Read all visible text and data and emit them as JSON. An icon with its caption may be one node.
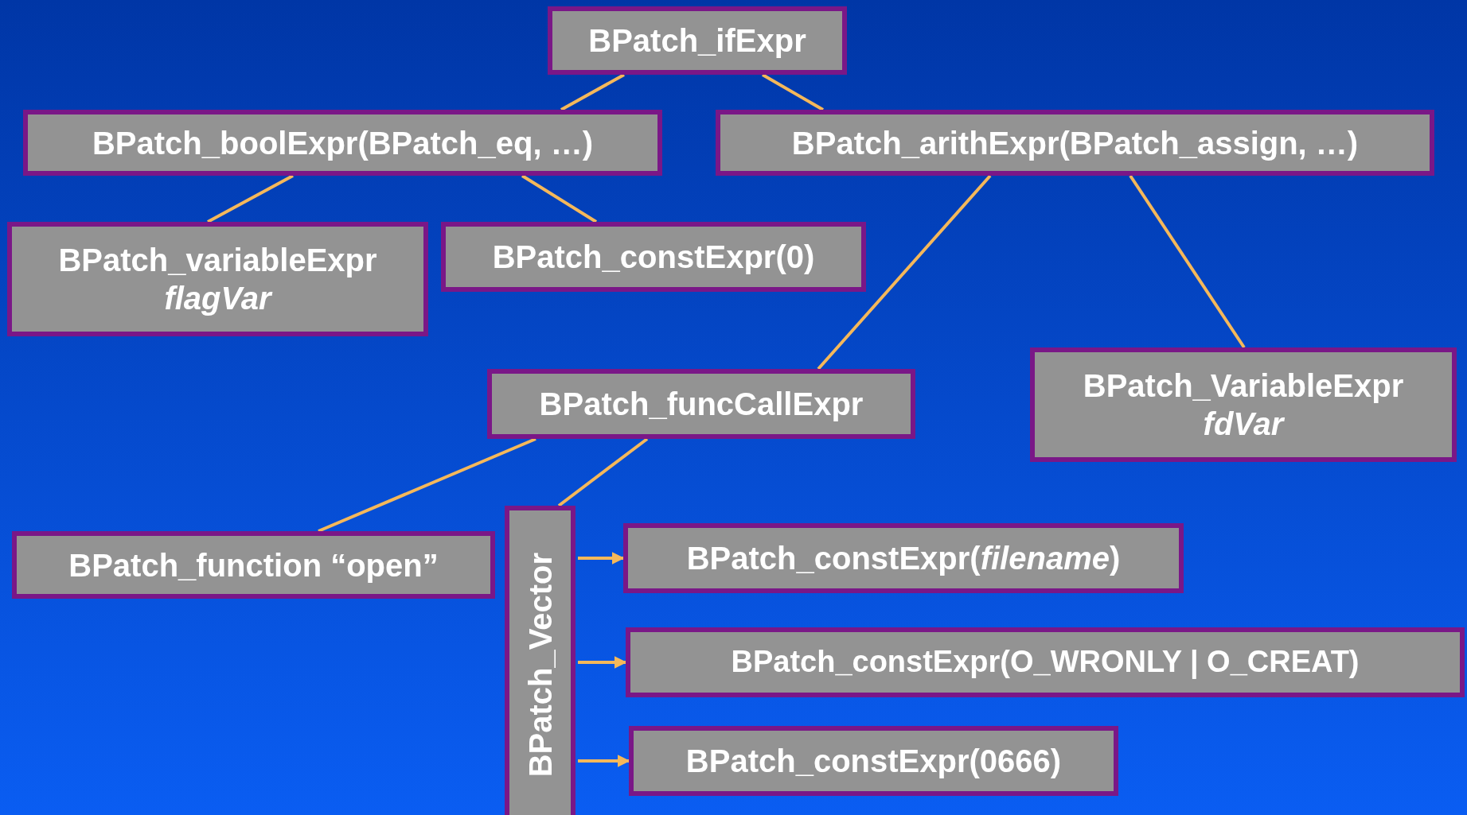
{
  "diagram": {
    "nodes": [
      {
        "text": [
          "BPatch_ifExpr"
        ]
      },
      {
        "text": [
          "BPatch_boolExpr(BPatch_eq, …)"
        ]
      },
      {
        "text": [
          "BPatch_arithExpr(BPatch_assign, …)"
        ]
      },
      {
        "text": [
          "BPatch_variableExpr",
          "flagVar"
        ]
      },
      {
        "text": [
          "BPatch_constExpr(0)"
        ]
      },
      {
        "text": [
          "BPatch_funcCallExpr"
        ]
      },
      {
        "text": [
          "BPatch_VariableExpr",
          "fdVar"
        ]
      },
      {
        "text": [
          "BPatch_function “open”"
        ]
      },
      {
        "text": [
          "BPatch_Vector"
        ]
      },
      {
        "text": [
          "BPatch_constExpr(*filename*)"
        ]
      },
      {
        "text": [
          "BPatch_constExpr(O_WRONLY | O_CREAT)"
        ]
      },
      {
        "text": [
          "BPatch_constExpr(0666)"
        ]
      }
    ],
    "edges": [
      {
        "from": 0,
        "to": 1,
        "arrow": "none"
      },
      {
        "from": 0,
        "to": 2,
        "arrow": "none"
      },
      {
        "from": 1,
        "to": 3,
        "arrow": "none"
      },
      {
        "from": 1,
        "to": 4,
        "arrow": "none"
      },
      {
        "from": 2,
        "to": 5,
        "arrow": "none"
      },
      {
        "from": 2,
        "to": 6,
        "arrow": "none"
      },
      {
        "from": 5,
        "to": 7,
        "arrow": "none"
      },
      {
        "from": 5,
        "to": 8,
        "arrow": "none"
      },
      {
        "from": 8,
        "to": 9,
        "arrow": "to"
      },
      {
        "from": 8,
        "to": 10,
        "arrow": "to"
      },
      {
        "from": 8,
        "to": 11,
        "arrow": "to"
      }
    ]
  }
}
